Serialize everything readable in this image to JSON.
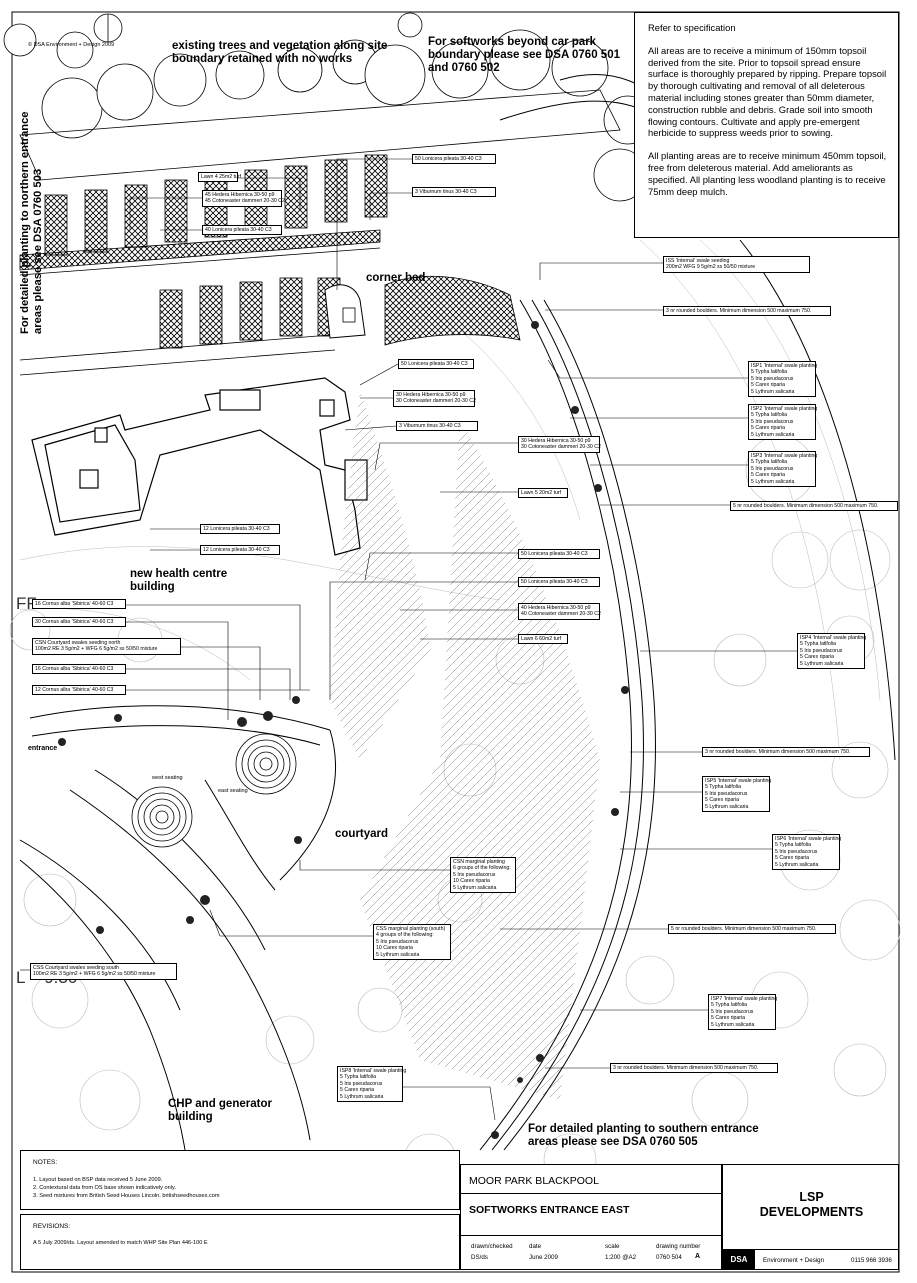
{
  "copyright": "© DSA Environment + Design 2009",
  "headings": {
    "existing_trees": "existing trees and vegetation along site\nboundary retained with no works",
    "softworks_beyond": "For softworks beyond car park\nboundary please see DSA 0760 501\nand 0760 502",
    "corner_bed": "corner bed",
    "health_centre": "new health centre\nbuilding",
    "courtyard": "courtyard",
    "chp": "CHP and generator\nbuilding",
    "southern": "For detailed planting to southern entrance\nareas please see DSA 0760 505",
    "northern": "For detailed planting to northern entrance\nareas please see DSA 0760 503",
    "entrance": "entrance",
    "west_seating": "west seating",
    "east_seating": "east seating"
  },
  "fragments": {
    "ff": "FF",
    "level": "L = 9.30"
  },
  "spec": {
    "title": "Refer to specification",
    "para1": "All areas are to receive a minimum of 150mm topsoil derived from the site.  Prior to topsoil spread ensure surface is thoroughly prepared by ripping.  Prepare topsoil by thorough cultivating and removal of all deleterous material including stones greater than 50mm diameter, construction rubble and debris. Grade soil into smooth flowing contours.  Cultivate and apply pre-emergent herbicide to suppress weeds prior to sowing.",
    "para2": "All planting areas are to receive minimum 450mm topsoil, free from deleterous material.  Add ameliorants as specified.  All planting less woodland planting is to receive 75mm deep mulch."
  },
  "labels": [
    {
      "id": "lonicera-50-top",
      "lines": [
        "50 Lonicera pileata 30-40 C3"
      ]
    },
    {
      "id": "lawn-4",
      "lines": [
        "Lawn 4 25m2 turf"
      ]
    },
    {
      "id": "viburnum-3-top",
      "lines": [
        "3 Viburnum tinus 30-40 C3"
      ]
    },
    {
      "id": "hedera-45",
      "lines": [
        "45 Hedera Hibernica 30-50 p9",
        "45 Cotoneaster dammeri 20-30 C2"
      ]
    },
    {
      "id": "lonicera-40",
      "lines": [
        "40 Lonicera pileata 30-40 C3"
      ]
    },
    {
      "id": "iss",
      "lines": [
        "ISS 'Internal' swale seeding",
        "200m2   WFG 9 5g/m2 ss 50/50 mixture"
      ]
    },
    {
      "id": "boulders-3-a",
      "lines": [
        "3 nr rounded boulders.  Minimum dimension 500 maximum 750."
      ]
    },
    {
      "id": "lonicera-50-mid",
      "lines": [
        "50 Lonicera pileata 30-40 C3"
      ]
    },
    {
      "id": "isp1",
      "lines": [
        "ISP1 'Internal' swale planting",
        "5 Typha latifolia",
        "5 Iris pseudacorus",
        "5 Carex riparia",
        "5 Lythrum salicaria"
      ]
    },
    {
      "id": "hedera-30-a",
      "lines": [
        "30 Hedera Hibernica 30-50 p9",
        "30 Cotoneaster dammeri 20-30 C2"
      ]
    },
    {
      "id": "isp2",
      "lines": [
        "ISP2 'Internal' swale planting",
        "5 Typha latifolia",
        "5 Iris pseudacorus",
        "5 Carex riparia",
        "5 Lythrum salicaria"
      ]
    },
    {
      "id": "viburnum-3-mid",
      "lines": [
        "3 Viburnum tinus 30-40 C3"
      ]
    },
    {
      "id": "hedera-30-b",
      "lines": [
        "30 Hedera Hibernica 30-50 p9",
        "30 Cotoneaster dammeri 20-30 C2"
      ]
    },
    {
      "id": "isp3",
      "lines": [
        "ISP3 'Internal' swale planting",
        "5 Typha latifolia",
        "5 Iris pseudacorus",
        "5 Carex riparia",
        "5 Lythrum salicaria"
      ]
    },
    {
      "id": "lawn-5",
      "lines": [
        "Lawn 5 20m2 turf"
      ]
    },
    {
      "id": "boulders-5-a",
      "lines": [
        "5 nr rounded boulders.  Minimum dimension 500 maximum 750."
      ]
    },
    {
      "id": "lonicera-12-a",
      "lines": [
        "12 Lonicera pileata 30-40 C3"
      ]
    },
    {
      "id": "lonicera-12-b",
      "lines": [
        "12 Lonicera pileata 30-40 C3"
      ]
    },
    {
      "id": "lonicera-50-c",
      "lines": [
        "50 Lonicera pileata 30-40 C3"
      ]
    },
    {
      "id": "lonicera-50-d",
      "lines": [
        "50 Lonicera pileata 30-40 C3"
      ]
    },
    {
      "id": "cornus-16-a",
      "lines": [
        "16 Cornus alba 'Sibirica' 40-60 C3"
      ]
    },
    {
      "id": "hedera-40",
      "lines": [
        "40 Hedera Hibernica 30-50 p9",
        "40 Cotoneaster dammeri 20-30 C2"
      ]
    },
    {
      "id": "cornus-30",
      "lines": [
        "30 Cornus alba 'Sibirica' 40-60 C3"
      ]
    },
    {
      "id": "lawn-6",
      "lines": [
        "Lawn 6 60m2 turf"
      ]
    },
    {
      "id": "csn",
      "lines": [
        "CSN  Courtyard swales seeding north",
        "100m2   RE 3  5g/m2 + WFG 6 5g/m2 ss 50/50 mixture"
      ]
    },
    {
      "id": "isp4",
      "lines": [
        "ISP4 'Internal' swale planting",
        "5 Typha latifolia",
        "5 Iris pseudacorus",
        "5 Carex riparia",
        "5 Lythrum salicaria"
      ]
    },
    {
      "id": "cornus-16-b",
      "lines": [
        "16 Cornus alba 'Sibirica' 40-60 C3"
      ]
    },
    {
      "id": "cornus-12",
      "lines": [
        "12 Cornus alba 'Sibirica' 40-60 C3"
      ]
    },
    {
      "id": "boulders-3-b",
      "lines": [
        "3 nr rounded boulders.  Minimum dimension 500 maximum 750."
      ]
    },
    {
      "id": "isp5",
      "lines": [
        "ISP5 'Internal' swale planting",
        "5 Typha latifolia",
        "5 Iris pseudacorus",
        "5 Carex riparia",
        "5 Lythrum salicaria"
      ]
    },
    {
      "id": "isp6",
      "lines": [
        "ISP6 'Internal' swale planting",
        "5 Typha latifolia",
        "5 Iris pseudacorus",
        "5 Carex riparia",
        "5 Lythrum salicaria"
      ]
    },
    {
      "id": "csn-marginal",
      "lines": [
        "CSN  marginal planting",
        "6 groups of the following:",
        "5 Iris pseudacorus",
        "10 Carex riparia",
        "5 Lythrum salicaria"
      ]
    },
    {
      "id": "css-marginal",
      "lines": [
        "CSS  marginal planting (south)",
        "4 groups of the following:",
        "5 Iris pseudacorus",
        "10 Carex riparia",
        "5 Lythrum salicaria"
      ]
    },
    {
      "id": "boulders-5-b",
      "lines": [
        "5 nr rounded boulders.  Minimum dimension 500 maximum 750."
      ]
    },
    {
      "id": "css",
      "lines": [
        "CSS  Courtyard swales seeding south",
        "100m2   RE 3  5g/m2 + WFG 6 5g/m2 ss 50/50 mixture"
      ]
    },
    {
      "id": "isp7",
      "lines": [
        "ISP7 'Internal' swale planting",
        "5 Typha latifolia",
        "5 Iris pseudacorus",
        "5 Carex riparia",
        "5 Lythrum salicaria"
      ]
    },
    {
      "id": "isp8",
      "lines": [
        "ISP8 'Internal' swale planting",
        "5 Typha latifolia",
        "5 Iris pseudacorus",
        "5 Carex riparia",
        "5 Lythrum salicaria"
      ]
    },
    {
      "id": "boulders-3-c",
      "lines": [
        "3 nr rounded boulders.  Minimum dimension 500 maximum 750."
      ]
    }
  ],
  "titleblock": {
    "notes_heading": "NOTES:",
    "notes": [
      "1.   Layout based on BSP data received 5 June 2009.",
      "2.   Contextural data from OS base shown indicatively only.",
      "3.   Seed mixtures from British Seed Houses Lincoln.      britishseedhouses.com"
    ],
    "revisions_heading": "REVISIONS:",
    "revision": "A  5 July 2009/ds.  Layout amended to match WHP Site Plan 446-100 E",
    "project": "MOOR PARK BLACKPOOL",
    "drawing_title": "SOFTWORKS ENTRANCE EAST",
    "client": "LSP\nDEVELOPMENTS",
    "drawn_label": "drawn/checked",
    "drawn_value": "DS/ds",
    "date_label": "date",
    "date_value": "June 2009",
    "scale_label": "scale",
    "scale_value": "1:200 @A2",
    "number_label": "drawing number",
    "number_value": "0760 504",
    "revision_letter": "A",
    "logo": "DSA",
    "firm": "Environment + Design",
    "phone": "0115 966 3936"
  }
}
